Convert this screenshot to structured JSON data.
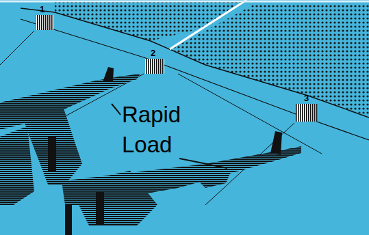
{
  "diagram": {
    "labels": [
      "1",
      "2",
      "3",
      "Rapid Load"
    ]
  }
}
